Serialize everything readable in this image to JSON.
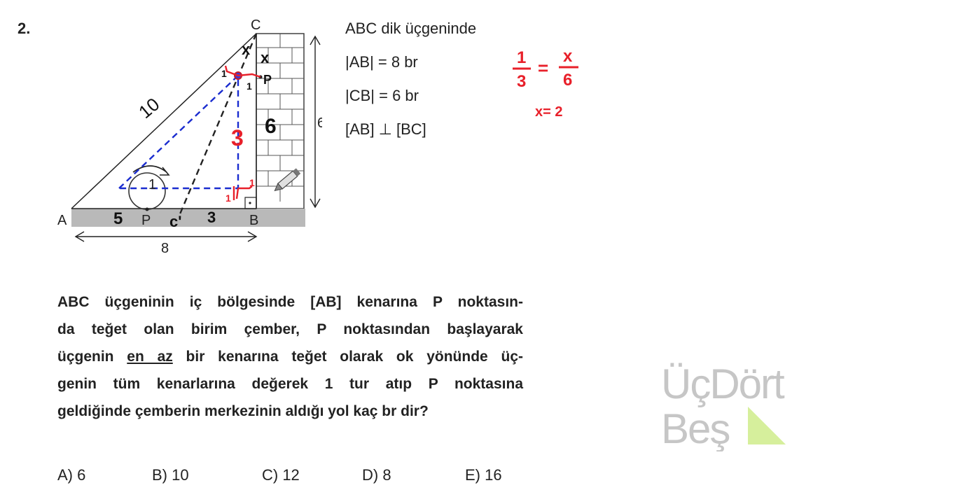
{
  "question": {
    "number": "2.",
    "given": [
      "ABC dik üçgeninde",
      "|AB| = 8 br",
      "|CB| = 6 br",
      "[AB] ⊥ [BC]"
    ],
    "text_lines": [
      "ABC üçgeninin iç bölgesinde [AB] kenarına P noktasın-",
      "da teğet olan birim çember, P noktasından başlayarak",
      [
        "üçgenin ",
        "en az",
        " bir kenarına teğet olarak ok yönünde üç-"
      ],
      "genin tüm kenarlarına değerek 1 tur atıp P noktasına",
      "geldiğinde çemberin merkezinin aldığı yol kaç br dir?"
    ],
    "options": [
      "A) 6",
      "B) 10",
      "C) 12",
      "D) 8",
      "E) 16"
    ]
  },
  "diagram": {
    "labels": {
      "A": "A",
      "B": "B",
      "C": "C",
      "P": "P",
      "ab_length": "8",
      "cb_length": "6",
      "circle": "1"
    },
    "handwritten": {
      "hyp": "10",
      "five": "5",
      "three_bottom": "3",
      "c_prime": "c'",
      "three_vert": "3",
      "six": "6",
      "x": "x",
      "one_top": "1",
      "one_small": "1",
      "one_corner": "1"
    }
  },
  "handnote": {
    "num1": "1",
    "den1": "3",
    "eq": "=",
    "num2": "x",
    "den2": "6",
    "result": "x= 2"
  },
  "logo": {
    "line1": "ÜçDört",
    "line2": "Beş"
  },
  "colors": {
    "red": "#e8202a",
    "blue": "#1a2ccf",
    "text": "#222222",
    "gray": "#b9b9b9",
    "logo_gray": "#c6c6c6",
    "logo_green": "#d6ef9c"
  }
}
